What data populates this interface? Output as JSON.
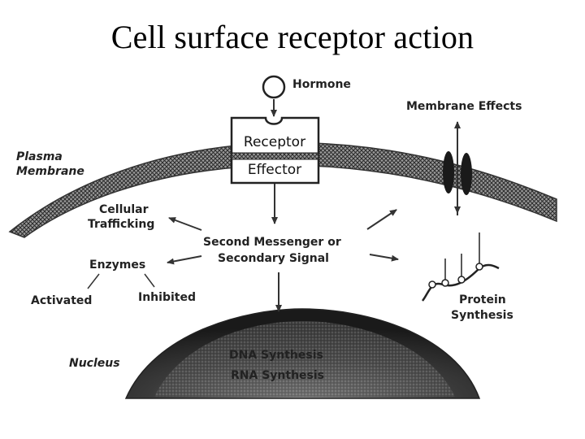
{
  "title": "Cell surface receptor action",
  "labels": {
    "hormone": "Hormone",
    "membrane_effects": "Membrane Effects",
    "plasma": "Plasma",
    "membrane": "Membrane",
    "receptor": "Receptor",
    "effector": "Effector",
    "cellular": "Cellular",
    "trafficking": "Trafficking",
    "second_messenger_1": "Second Messenger or",
    "second_messenger_2": "Secondary Signal",
    "enzymes": "Enzymes",
    "activated": "Activated",
    "inhibited": "Inhibited",
    "protein": "Protein",
    "synthesis": "Synthesis",
    "nucleus": "Nucleus",
    "dna_synthesis": "DNA Synthesis",
    "rna_synthesis": "RNA Synthesis"
  }
}
